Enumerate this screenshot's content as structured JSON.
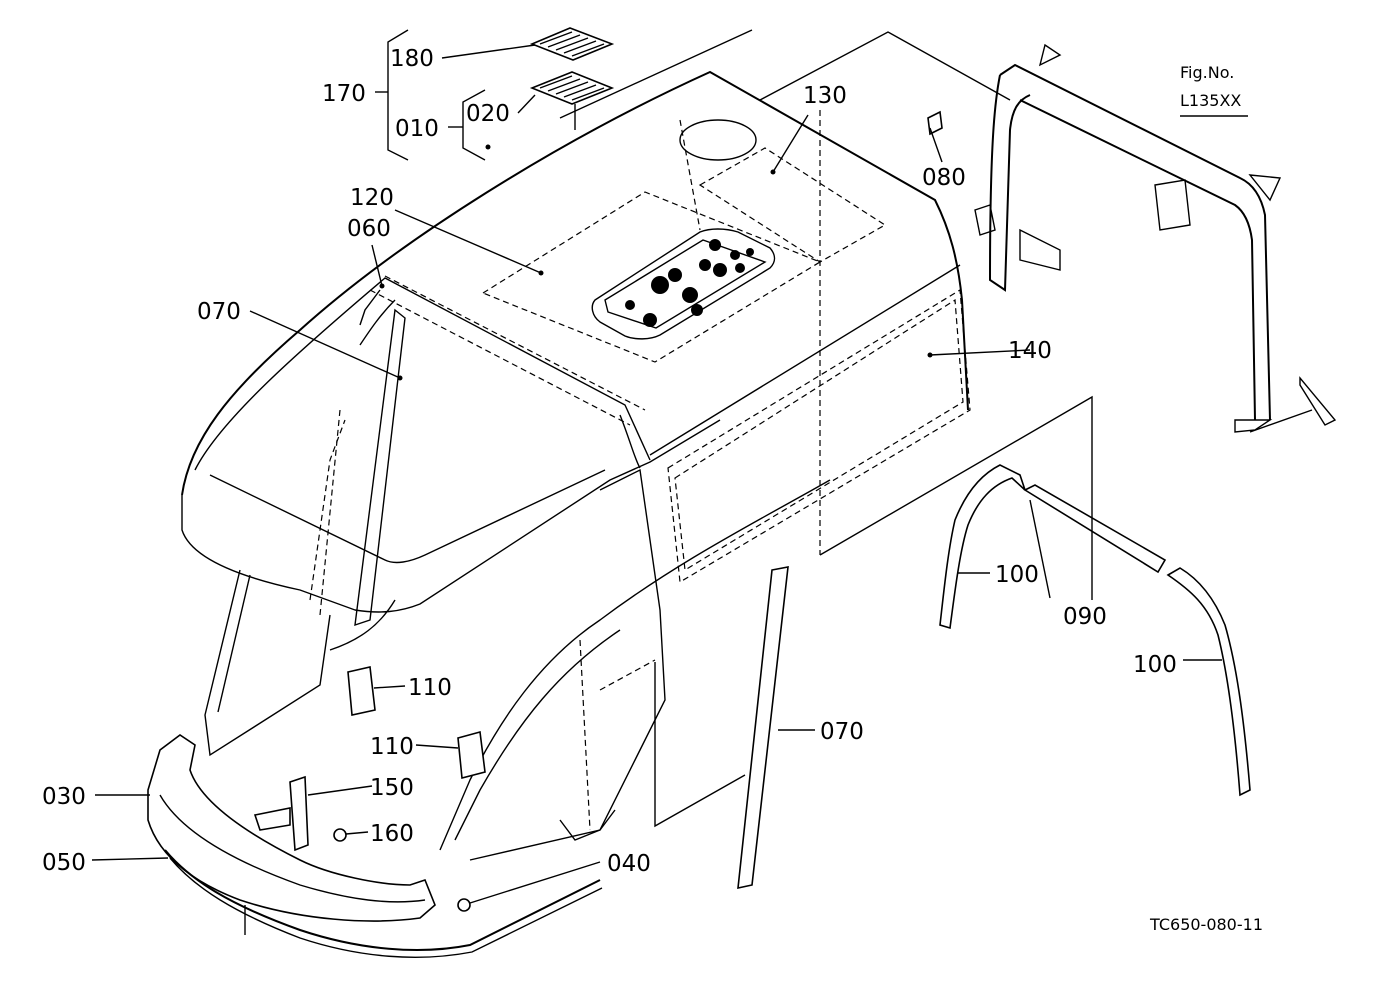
{
  "figure": {
    "fig_no_label": "Fig.No.",
    "fig_no_value": "L135XX",
    "drawing_code": "TC650-080-11"
  },
  "callouts": {
    "p180": "180",
    "p170": "170",
    "p010": "010",
    "p020": "020",
    "p130": "130",
    "p080": "080",
    "p120": "120",
    "p060": "060",
    "p070a": "070",
    "p140": "140",
    "p100a": "100",
    "p090": "090",
    "p100b": "100",
    "p110a": "110",
    "p110b": "110",
    "p070b": "070",
    "p150": "150",
    "p030": "030",
    "p160": "160",
    "p050": "050",
    "p040": "040"
  }
}
